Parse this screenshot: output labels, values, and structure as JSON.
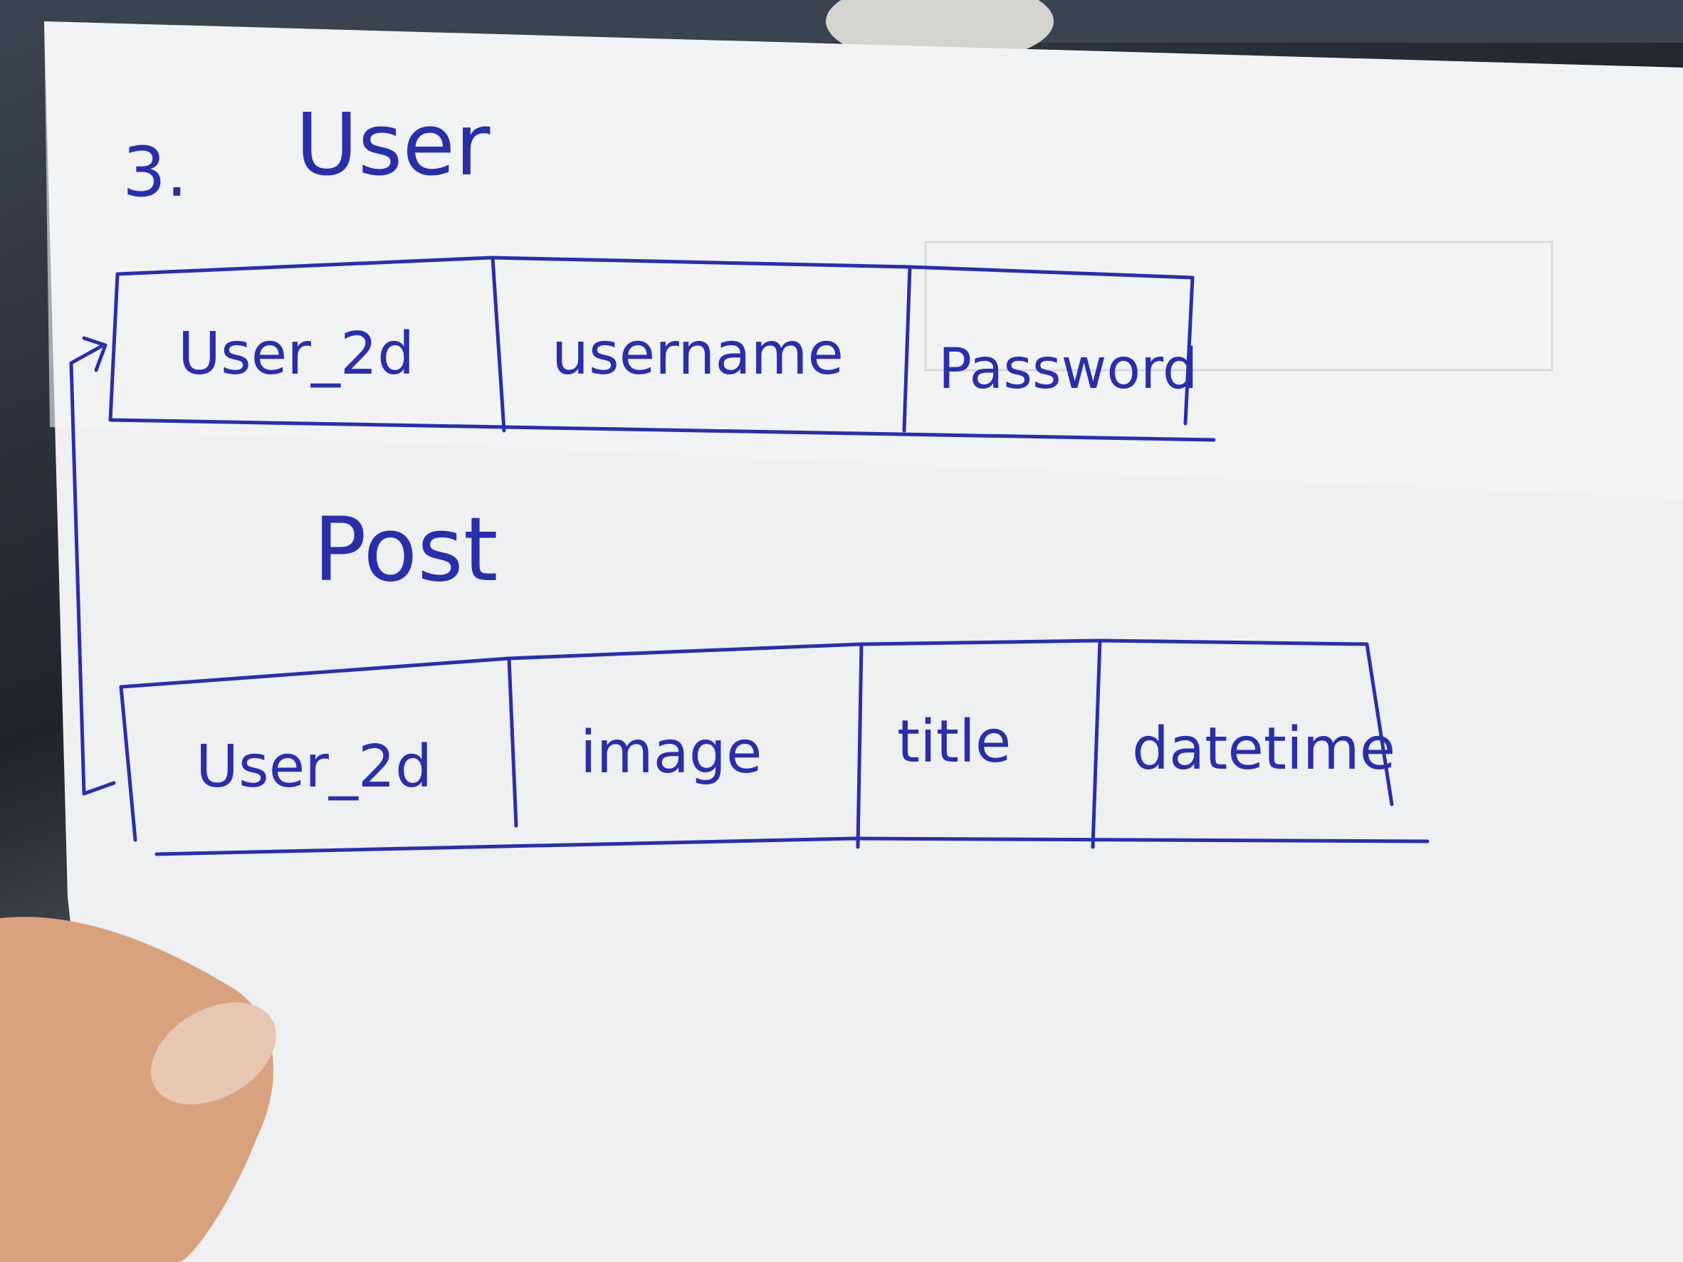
{
  "diagram": {
    "section_number": "3.",
    "ink_color": "#2a2fa8",
    "paper_color": "#f1f2f3",
    "tables": [
      {
        "name": "User",
        "fields": [
          "User_2d",
          "username",
          "Password"
        ]
      },
      {
        "name": "Post",
        "fields": [
          "User_2d",
          "image",
          "title",
          "datetime"
        ]
      }
    ],
    "relationship": {
      "from": "Post.User_2d",
      "to": "User.User_2d",
      "style": "arrow"
    }
  }
}
